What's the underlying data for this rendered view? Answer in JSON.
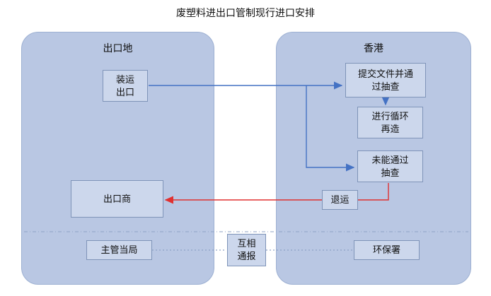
{
  "title": "废塑料进出口管制现行进口安排",
  "regions": {
    "export_place": {
      "label": "出口地"
    },
    "hong_kong": {
      "label": "香港"
    }
  },
  "nodes": {
    "ship_export": {
      "label": "装运\n出口"
    },
    "submit_docs_pass_check": {
      "label": "提交文件并通\n过抽查"
    },
    "recycle": {
      "label": "进行循环\n再造"
    },
    "fail_check": {
      "label": "未能通过\n抽查"
    },
    "return_shipment": {
      "label": "退运"
    },
    "exporter": {
      "label": "出口商"
    },
    "competent_authority": {
      "label": "主管当局"
    },
    "epd": {
      "label": "环保署"
    },
    "mutual_notification": {
      "label": "互相\n通报"
    }
  },
  "colors": {
    "region_fill": "#b9c7e3",
    "node_fill": "#ccd7ec",
    "node_border": "#7f94b8",
    "flow_arrow_blue": "#4472c4",
    "return_arrow_red": "#e03030",
    "dashed_line": "#8fa3c6"
  }
}
